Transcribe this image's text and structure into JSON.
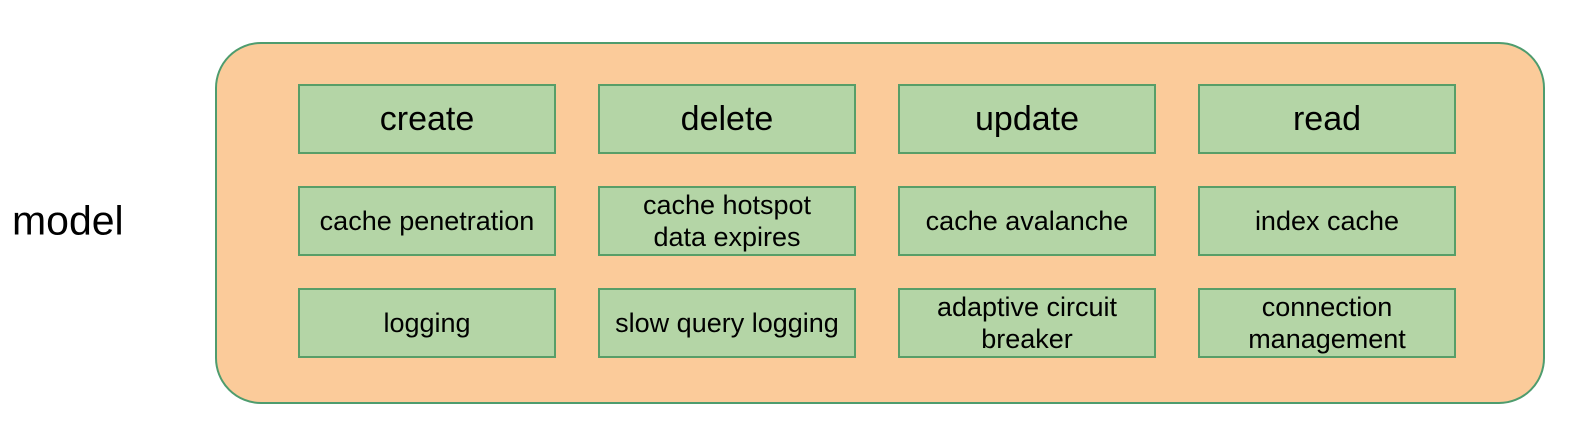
{
  "diagram": {
    "label": "model",
    "rows": [
      [
        "create",
        "delete",
        "update",
        "read"
      ],
      [
        "cache penetration",
        "cache hotspot data expires",
        "cache avalanche",
        "index cache"
      ],
      [
        "logging",
        "slow query logging",
        "adaptive circuit breaker",
        "connection management"
      ]
    ],
    "colors": {
      "container_fill": "#FBCB9A",
      "container_stroke": "#4E9C6E",
      "box_fill": "#B4D5A6",
      "box_stroke": "#589E68",
      "text_color": "#000000"
    }
  }
}
